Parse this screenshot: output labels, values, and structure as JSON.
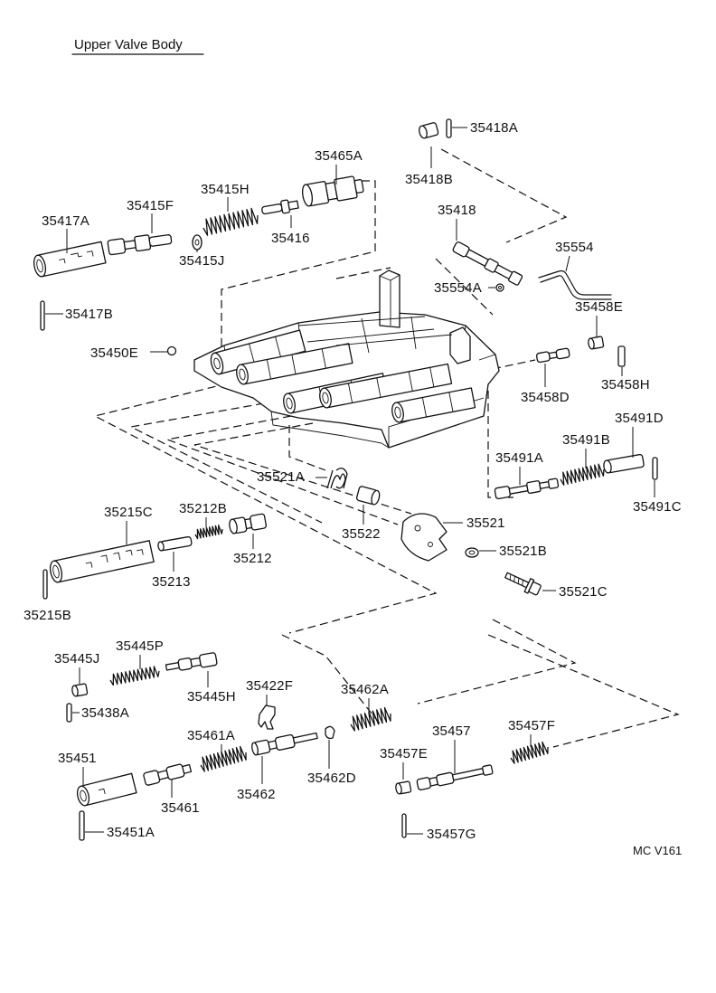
{
  "title": "Upper Valve Body",
  "figure_code": "MC V161",
  "callouts": [
    "35418A",
    "35418B",
    "35465A",
    "35415H",
    "35415F",
    "35417A",
    "35416",
    "35415J",
    "35417B",
    "35418",
    "35554",
    "35554A",
    "35458E",
    "35450E",
    "35458D",
    "35458H",
    "35491D",
    "35491B",
    "35491A",
    "35491C",
    "35521A",
    "35522",
    "35521",
    "35521B",
    "35521C",
    "35215C",
    "35212B",
    "35212",
    "35213",
    "35215B",
    "35445J",
    "35445P",
    "35445H",
    "35438A",
    "35422F",
    "35462A",
    "35461A",
    "35457",
    "35457F",
    "35457E",
    "35451",
    "35461",
    "35462",
    "35462D",
    "35451A",
    "35457G"
  ]
}
